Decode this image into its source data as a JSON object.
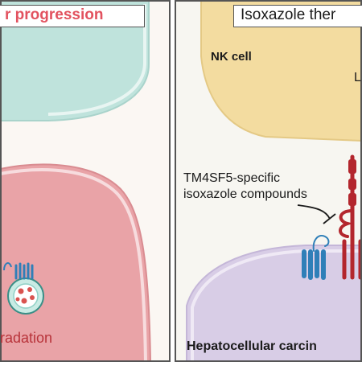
{
  "left_panel": {
    "title": "r progression",
    "degradation_label": "radation"
  },
  "right_panel": {
    "title": "Isoxazole ther",
    "nk_cell_label": "NK cell",
    "nk_partial_label": "L",
    "compound_label_line1": "TM4SF5-specific",
    "compound_label_line2": "isoxazole compounds",
    "hcc_label": "Hepatocellular carcin"
  },
  "colors": {
    "teal_cell": "#bfe3dc",
    "pink_cell": "#e9a3a7",
    "nk_cell": "#f3dca0",
    "hcc_cell": "#d8cde6",
    "title_red": "#e2525f",
    "receptor_blue": "#2f7fb8",
    "tm4sf5_red": "#b3262d",
    "background": "#fbf7f3"
  }
}
